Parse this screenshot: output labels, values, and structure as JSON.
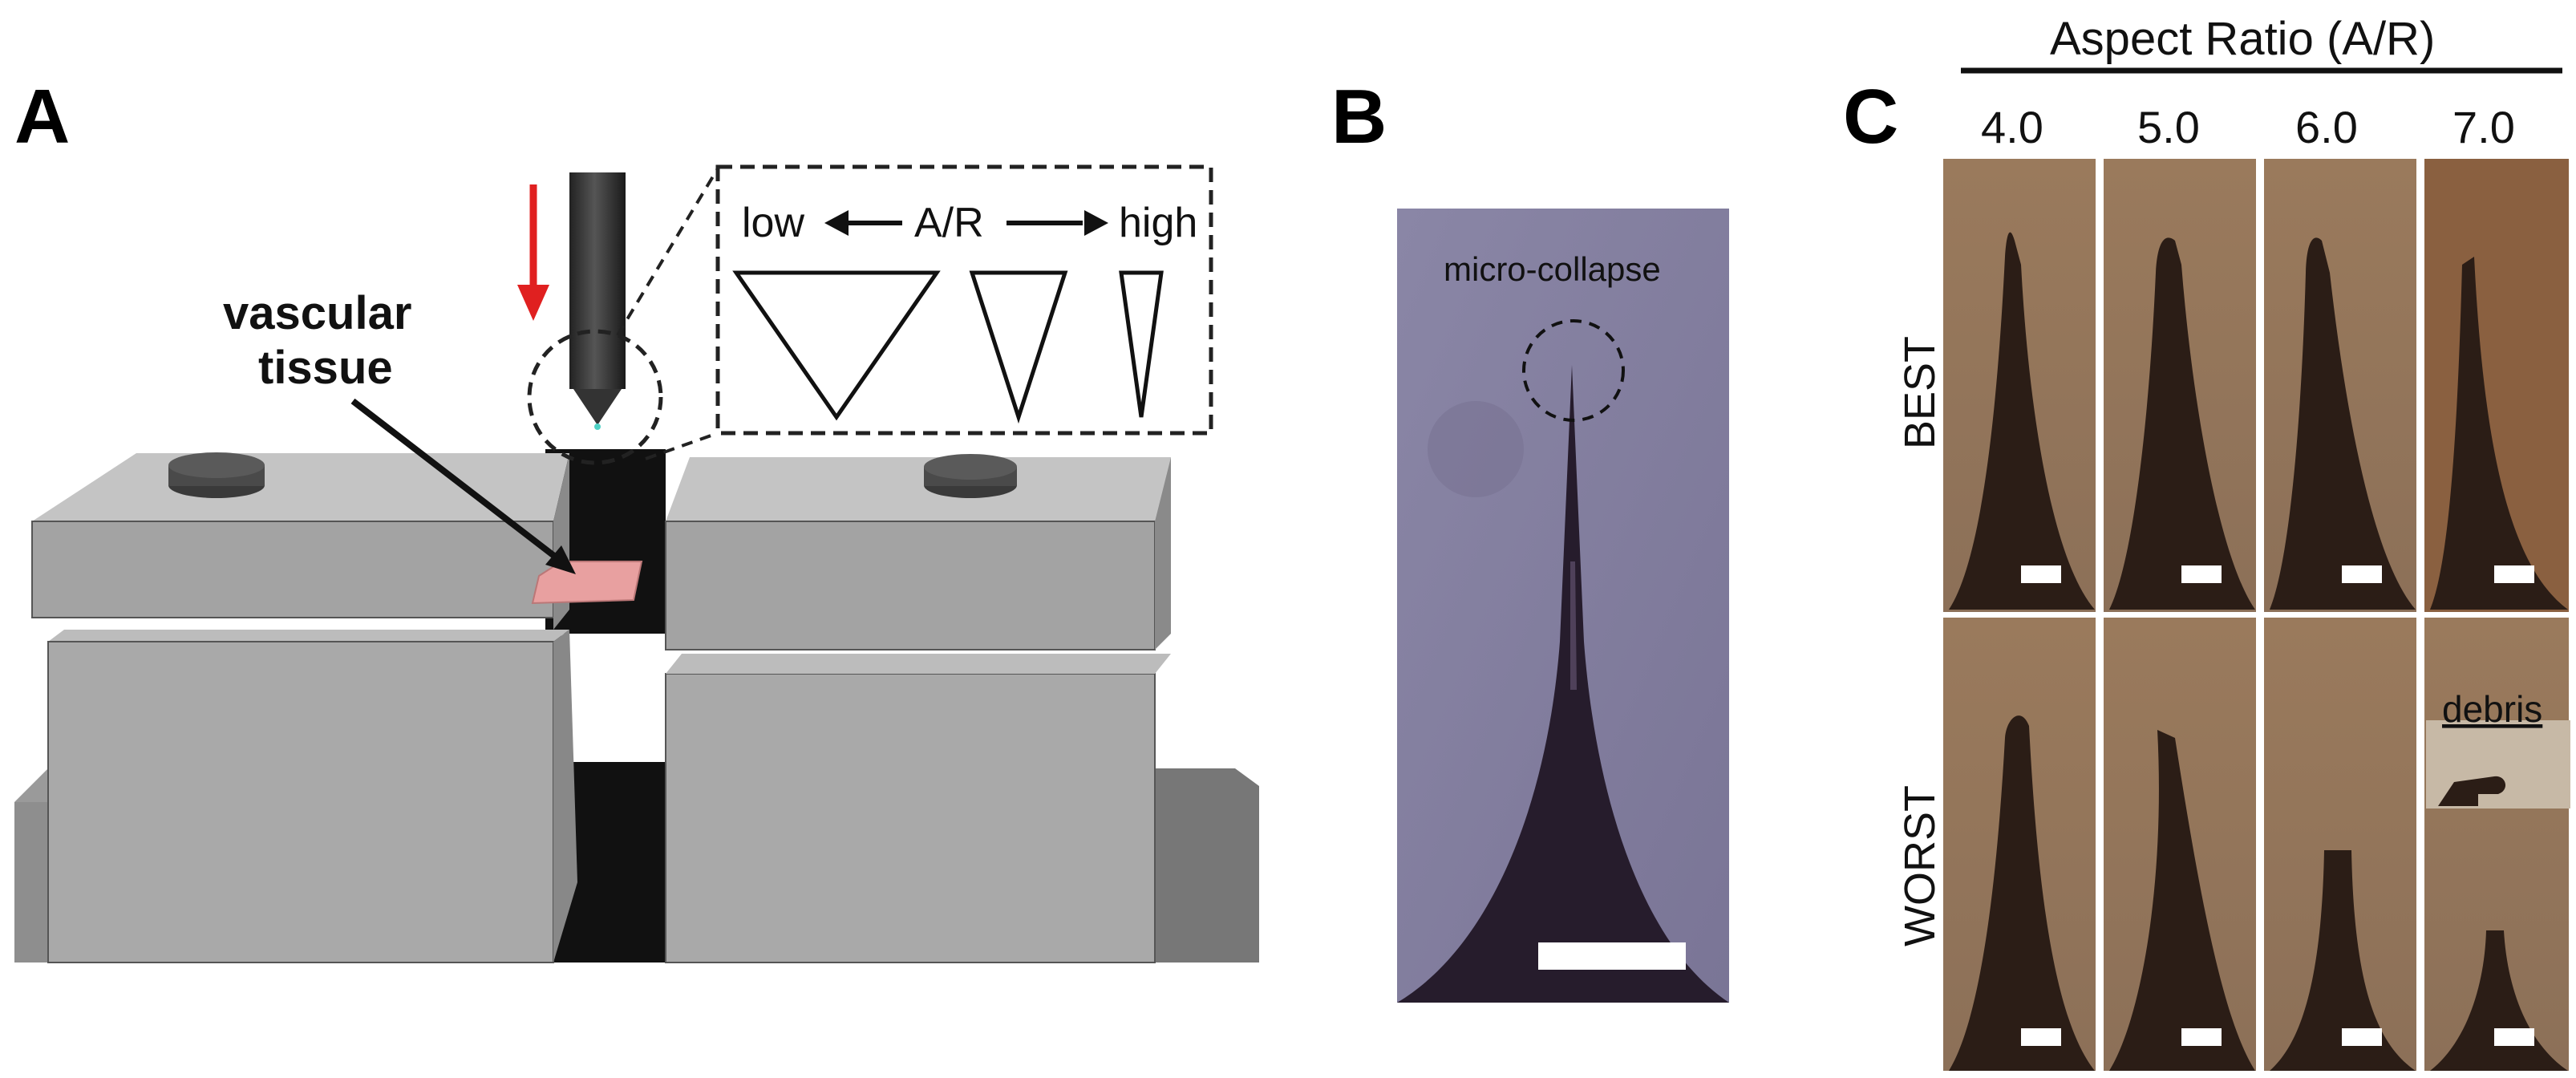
{
  "panels": {
    "a": {
      "letter": "A",
      "tissue_label_line1": "vascular",
      "tissue_label_line2": "tissue",
      "inset": {
        "low": "low",
        "mid": "A/R",
        "high": "high"
      },
      "colors": {
        "arrow": "#e02020",
        "tissue": "#e8a0a0",
        "block": "#a9a9a9"
      }
    },
    "b": {
      "letter": "B",
      "annotation": "micro-collapse",
      "colors": {
        "background": "#7f7a9a",
        "needle": "#2a2030"
      }
    },
    "c": {
      "letter": "C",
      "header": "Aspect Ratio (A/R)",
      "columns": [
        "4.0",
        "5.0",
        "6.0",
        "7.0"
      ],
      "rows": [
        "BEST",
        "WORST"
      ],
      "debris_label": "debris",
      "colors": {
        "background": "#8a6c50",
        "needle": "#2b1d16"
      }
    }
  }
}
